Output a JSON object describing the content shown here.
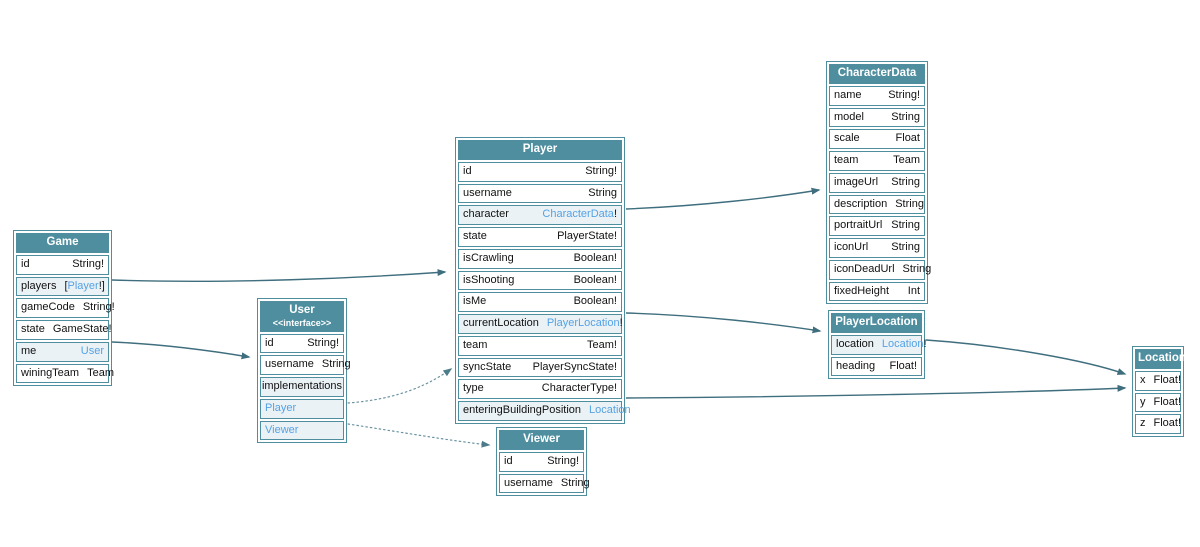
{
  "colors": {
    "header_bg": "#4e8e9f",
    "border": "#4e8e9f",
    "row_tint": "#eaf2f6",
    "link_blue": "#55a2e4",
    "edge": "#3f6e7e"
  },
  "tables": [
    {
      "id": "game",
      "name": "Game",
      "stereotype": "",
      "fields": [
        {
          "name": "id",
          "tinted": false,
          "type": [
            {
              "text": "String!",
              "link": false
            }
          ]
        },
        {
          "name": "players",
          "tinted": true,
          "type": [
            {
              "text": "[",
              "link": false
            },
            {
              "text": "Player",
              "link": true
            },
            {
              "text": "!]",
              "link": false
            }
          ]
        },
        {
          "name": "gameCode",
          "tinted": false,
          "type": [
            {
              "text": "String!",
              "link": false
            }
          ]
        },
        {
          "name": "state",
          "tinted": false,
          "type": [
            {
              "text": "GameState!",
              "link": false
            }
          ]
        },
        {
          "name": "me",
          "tinted": true,
          "type": [
            {
              "text": "User",
              "link": true
            }
          ]
        },
        {
          "name": "winingTeam",
          "tinted": false,
          "type": [
            {
              "text": "Team",
              "link": false
            }
          ]
        }
      ]
    },
    {
      "id": "user",
      "name": "User",
      "stereotype": "<<interface>>",
      "fields": [
        {
          "name": "id",
          "tinted": false,
          "type": [
            {
              "text": "String!",
              "link": false
            }
          ]
        },
        {
          "name": "username",
          "tinted": false,
          "type": [
            {
              "text": "String",
              "link": false
            }
          ]
        },
        {
          "name": "implementations",
          "tinted": true,
          "centered": true,
          "type": []
        },
        {
          "name": "Player",
          "tinted": true,
          "name_link": true,
          "type": []
        },
        {
          "name": "Viewer",
          "tinted": true,
          "name_link": true,
          "type": []
        }
      ]
    },
    {
      "id": "player",
      "name": "Player",
      "stereotype": "",
      "fields": [
        {
          "name": "id",
          "tinted": false,
          "type": [
            {
              "text": "String!",
              "link": false
            }
          ]
        },
        {
          "name": "username",
          "tinted": false,
          "type": [
            {
              "text": "String",
              "link": false
            }
          ]
        },
        {
          "name": "character",
          "tinted": true,
          "type": [
            {
              "text": "CharacterData",
              "link": true
            },
            {
              "text": "!",
              "link": false
            }
          ]
        },
        {
          "name": "state",
          "tinted": false,
          "type": [
            {
              "text": "PlayerState!",
              "link": false
            }
          ]
        },
        {
          "name": "isCrawling",
          "tinted": false,
          "type": [
            {
              "text": "Boolean!",
              "link": false
            }
          ]
        },
        {
          "name": "isShooting",
          "tinted": false,
          "type": [
            {
              "text": "Boolean!",
              "link": false
            }
          ]
        },
        {
          "name": "isMe",
          "tinted": false,
          "type": [
            {
              "text": "Boolean!",
              "link": false
            }
          ]
        },
        {
          "name": "currentLocation",
          "tinted": true,
          "type": [
            {
              "text": "PlayerLocation",
              "link": true
            },
            {
              "text": "!",
              "link": false
            }
          ]
        },
        {
          "name": "team",
          "tinted": false,
          "type": [
            {
              "text": "Team!",
              "link": false
            }
          ]
        },
        {
          "name": "syncState",
          "tinted": false,
          "type": [
            {
              "text": "PlayerSyncState!",
              "link": false
            }
          ]
        },
        {
          "name": "type",
          "tinted": false,
          "type": [
            {
              "text": "CharacterType!",
              "link": false
            }
          ]
        },
        {
          "name": "enteringBuildingPosition",
          "tinted": true,
          "type": [
            {
              "text": "Location",
              "link": true
            }
          ]
        }
      ]
    },
    {
      "id": "characterdata",
      "name": "CharacterData",
      "stereotype": "",
      "fields": [
        {
          "name": "name",
          "tinted": false,
          "type": [
            {
              "text": "String!",
              "link": false
            }
          ]
        },
        {
          "name": "model",
          "tinted": false,
          "type": [
            {
              "text": "String",
              "link": false
            }
          ]
        },
        {
          "name": "scale",
          "tinted": false,
          "type": [
            {
              "text": "Float",
              "link": false
            }
          ]
        },
        {
          "name": "team",
          "tinted": false,
          "type": [
            {
              "text": "Team",
              "link": false
            }
          ]
        },
        {
          "name": "imageUrl",
          "tinted": false,
          "type": [
            {
              "text": "String",
              "link": false
            }
          ]
        },
        {
          "name": "description",
          "tinted": false,
          "type": [
            {
              "text": "String",
              "link": false
            }
          ]
        },
        {
          "name": "portraitUrl",
          "tinted": false,
          "type": [
            {
              "text": "String",
              "link": false
            }
          ]
        },
        {
          "name": "iconUrl",
          "tinted": false,
          "type": [
            {
              "text": "String",
              "link": false
            }
          ]
        },
        {
          "name": "iconDeadUrl",
          "tinted": false,
          "type": [
            {
              "text": "String",
              "link": false
            }
          ]
        },
        {
          "name": "fixedHeight",
          "tinted": false,
          "type": [
            {
              "text": "Int",
              "link": false
            }
          ]
        }
      ]
    },
    {
      "id": "playerlocation",
      "name": "PlayerLocation",
      "stereotype": "",
      "fields": [
        {
          "name": "location",
          "tinted": true,
          "type": [
            {
              "text": "Location",
              "link": true
            },
            {
              "text": "!",
              "link": false
            }
          ]
        },
        {
          "name": "heading",
          "tinted": false,
          "type": [
            {
              "text": "Float!",
              "link": false
            }
          ]
        }
      ]
    },
    {
      "id": "location",
      "name": "Location",
      "stereotype": "",
      "fields": [
        {
          "name": "x",
          "tinted": false,
          "type": [
            {
              "text": "Float!",
              "link": false
            }
          ]
        },
        {
          "name": "y",
          "tinted": false,
          "type": [
            {
              "text": "Float!",
              "link": false
            }
          ]
        },
        {
          "name": "z",
          "tinted": false,
          "type": [
            {
              "text": "Float!",
              "link": false
            }
          ]
        }
      ]
    },
    {
      "id": "viewer",
      "name": "Viewer",
      "stereotype": "",
      "fields": [
        {
          "name": "id",
          "tinted": false,
          "type": [
            {
              "text": "String!",
              "link": false
            }
          ]
        },
        {
          "name": "username",
          "tinted": false,
          "type": [
            {
              "text": "String",
              "link": false
            }
          ]
        }
      ]
    }
  ],
  "edges": [
    {
      "from": "Game.players",
      "to": "Player",
      "style": "solid"
    },
    {
      "from": "Game.me",
      "to": "User",
      "style": "solid"
    },
    {
      "from": "Player.character",
      "to": "CharacterData",
      "style": "solid"
    },
    {
      "from": "Player.currentLocation",
      "to": "PlayerLocation",
      "style": "solid"
    },
    {
      "from": "Player.enteringBuildingPosition",
      "to": "Location",
      "style": "solid"
    },
    {
      "from": "PlayerLocation.location",
      "to": "Location",
      "style": "solid"
    },
    {
      "from": "User.Player",
      "to": "Player",
      "style": "dotted"
    },
    {
      "from": "User.Viewer",
      "to": "Viewer",
      "style": "dotted"
    }
  ]
}
